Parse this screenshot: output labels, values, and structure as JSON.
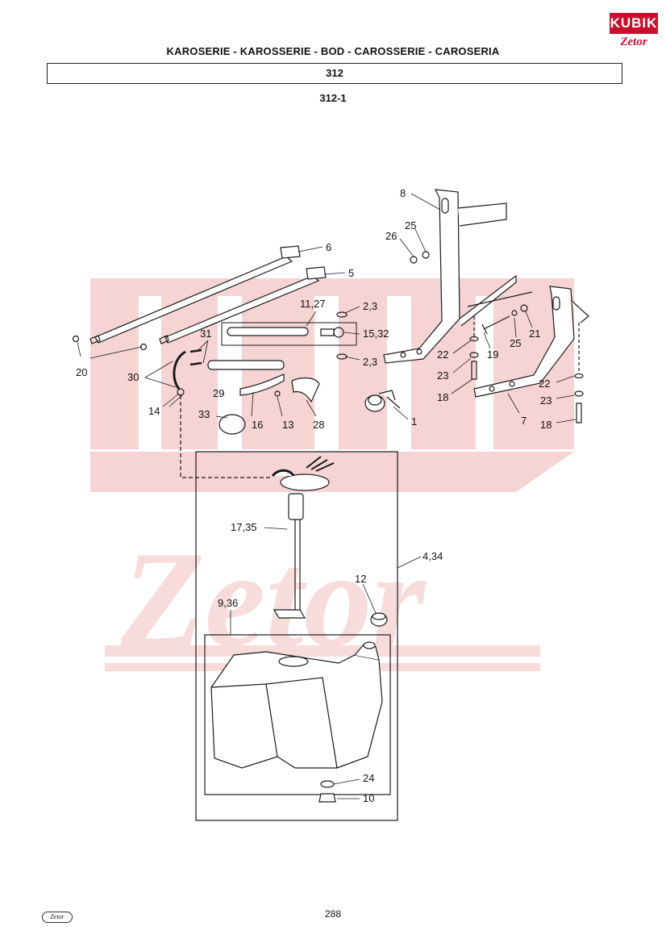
{
  "logo": {
    "top": "KUBIK",
    "bottom": "Zetor"
  },
  "header": {
    "title": "KAROSERIE - KAROSSERIE - BOD   - CAROSSERIE - CAROSERIA",
    "section": "312",
    "subsection": "312-1"
  },
  "watermark": {
    "text": "KUBIK",
    "brand": "Zetor"
  },
  "callouts": [
    "8",
    "25",
    "26",
    "6",
    "5",
    "11,27",
    "2,3",
    "15,32",
    "2,3",
    "31",
    "20",
    "30",
    "29",
    "14",
    "33",
    "16",
    "13",
    "28",
    "1",
    "22",
    "23",
    "19",
    "25",
    "21",
    "18",
    "22",
    "23",
    "7",
    "18",
    "17,35",
    "4,34",
    "12",
    "9,36",
    "24",
    "10"
  ],
  "footer": {
    "page_number": "288",
    "logo": "Zetor"
  },
  "colors": {
    "watermark": "#f6d4d4",
    "ink": "#1a1a1a",
    "brand_red": "#c8102e"
  }
}
